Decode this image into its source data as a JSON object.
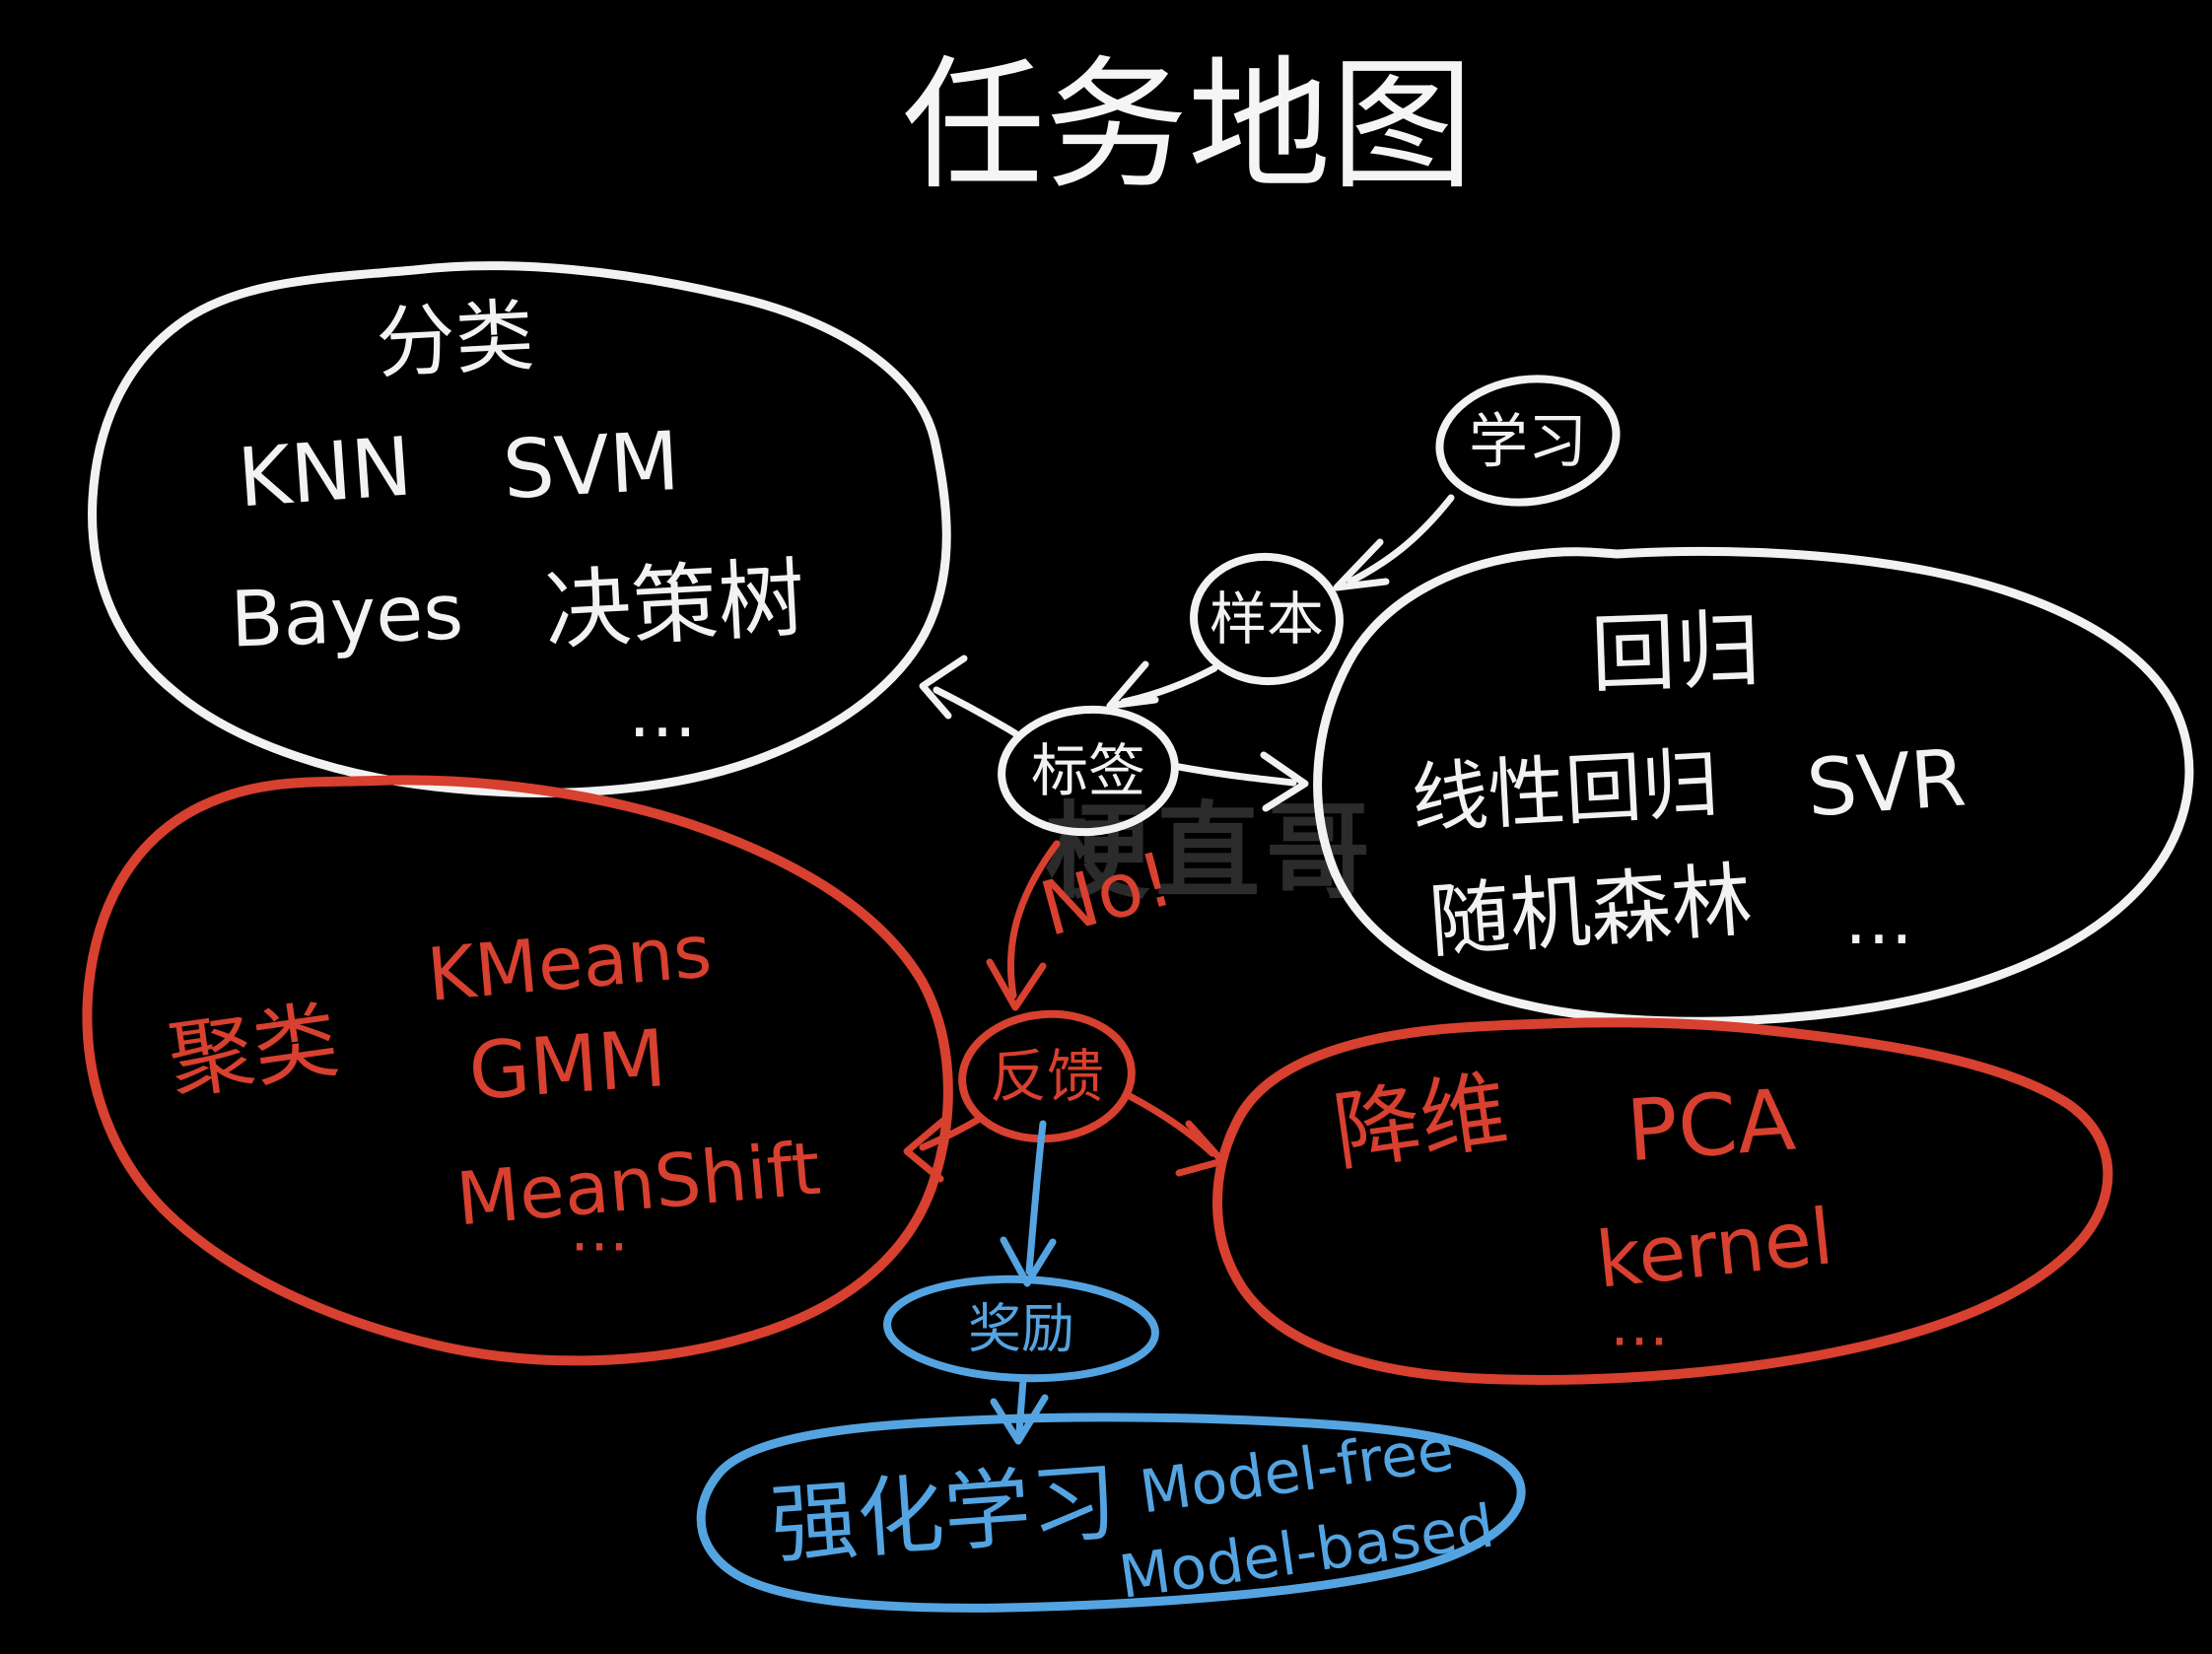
{
  "title": "任务地图",
  "watermark": "梗直哥",
  "colors": {
    "background": "#000000",
    "white_ink": "#f2f2f2",
    "red_ink": "#d8402f",
    "blue_ink": "#55a4e2",
    "watermark_gray": "#2b2b2b"
  },
  "nodes": {
    "learning": {
      "label": "学习"
    },
    "sample": {
      "label": "样本"
    },
    "label": {
      "label": "标签"
    },
    "feedback": {
      "label": "反馈"
    },
    "reward": {
      "label": "奖励"
    },
    "classification": {
      "label": "分类",
      "items": [
        "KNN",
        "SVM",
        "Bayes",
        "决策树"
      ],
      "more": "…"
    },
    "regression": {
      "label": "回归",
      "items": [
        "线性回归",
        "SVR",
        "随机森林"
      ],
      "more": "…"
    },
    "clustering": {
      "label": "聚类",
      "items": [
        "KMeans",
        "GMM",
        "MeanShift"
      ],
      "more": "…"
    },
    "dimensionality_reduction": {
      "label": "降维",
      "items": [
        "PCA",
        "kernel"
      ],
      "more": "…"
    },
    "reinforcement_learning": {
      "label": "强化学习",
      "items": [
        "Model-free",
        "Model-based"
      ]
    }
  },
  "annotations": {
    "no": "No!"
  },
  "edges": [
    {
      "from": "学习",
      "to": "样本",
      "color": "white"
    },
    {
      "from": "样本",
      "to": "标签",
      "color": "white"
    },
    {
      "from": "标签",
      "to": "分类",
      "color": "white"
    },
    {
      "from": "标签",
      "to": "回归",
      "color": "white"
    },
    {
      "from": "标签",
      "to": "反馈",
      "color": "red",
      "annotation": "No!"
    },
    {
      "from": "反馈",
      "to": "聚类",
      "color": "red"
    },
    {
      "from": "反馈",
      "to": "降维",
      "color": "red"
    },
    {
      "from": "反馈",
      "to": "奖励",
      "color": "blue"
    },
    {
      "from": "奖励",
      "to": "强化学习",
      "color": "blue"
    }
  ]
}
